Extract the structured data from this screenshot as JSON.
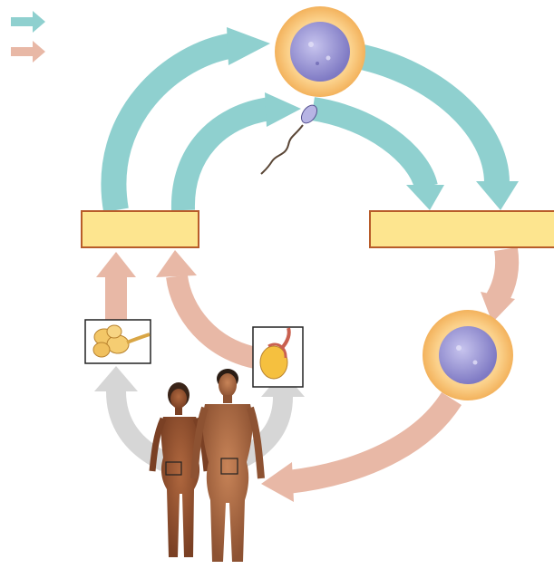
{
  "legend": {
    "items": [
      {
        "icon": "teal-arrow-icon",
        "color": "#8fd0cf",
        "label": ""
      },
      {
        "icon": "pink-arrow-icon",
        "color": "#e8b8a6",
        "label": ""
      }
    ]
  },
  "boxes": {
    "left_label": "",
    "right_label": ""
  },
  "colors": {
    "teal_arrow": "#8fd0cf",
    "pink_arrow": "#e8b8a6",
    "gray_arrow": "#d6d6d6",
    "box_fill": "#fde58f",
    "box_border": "#b85c2a",
    "cell_halo": "#fbd18b",
    "cell_nucleus": "#8f8ad0"
  },
  "figures": {
    "cells": [
      "egg-cell",
      "zygote-cell"
    ],
    "sperm": "sperm-cell",
    "insets": [
      "ovary-inset",
      "testis-inset"
    ],
    "people": [
      "female-figure",
      "male-figure"
    ]
  }
}
